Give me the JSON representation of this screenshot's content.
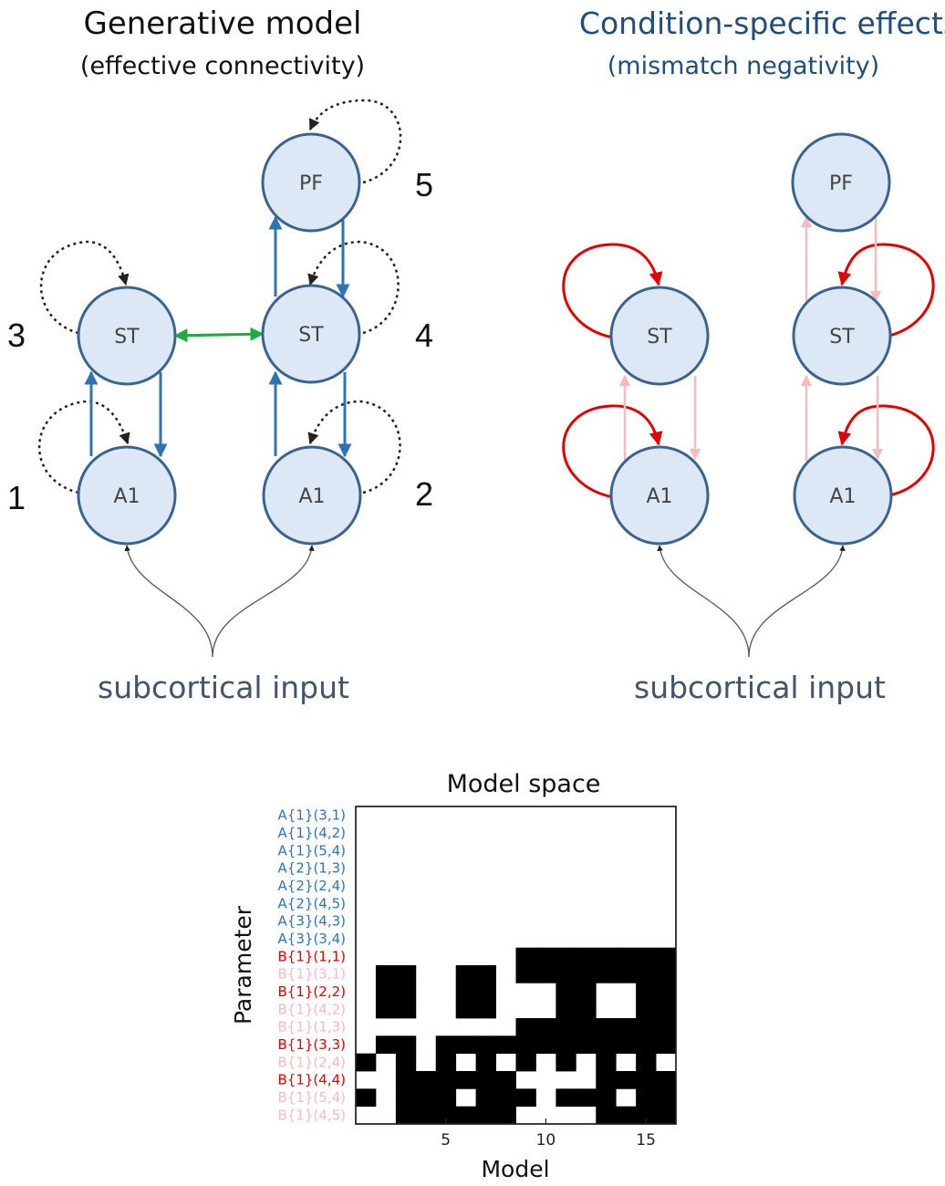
{
  "left_panel": {
    "title": "Generative model",
    "subtitle": "(effective connectivity)",
    "nodes": {
      "pf": "PF",
      "st_left": "ST",
      "st_right": "ST",
      "a1_left": "A1",
      "a1_right": "A1"
    },
    "numbers": {
      "n1": "1",
      "n2": "2",
      "n3": "3",
      "n4": "4",
      "n5": "5"
    },
    "input_label": "subcortical input"
  },
  "right_panel": {
    "title": "Condition-specific effects",
    "subtitle": "(mismatch negativity)",
    "nodes": {
      "pf": "PF",
      "st_left": "ST",
      "st_right": "ST",
      "a1_left": "A1",
      "a1_right": "A1"
    },
    "input_label": "subcortical input"
  },
  "colors": {
    "node_fill": "#dce8f5",
    "node_stroke": "#3a6390",
    "forward_blue": "#2e74b5",
    "lateral_green": "#22aa44",
    "self_red": "#e00000",
    "modulated_pink": "#f4bcbc",
    "right_title": "#1f4e79"
  },
  "chart_data": {
    "type": "heatmap",
    "title": "Model space",
    "xlabel": "Model",
    "ylabel": "Parameter",
    "x_ticks": [
      5,
      10,
      15
    ],
    "x_range": [
      1,
      16
    ],
    "parameters": [
      {
        "label": "A{1}(3,1)",
        "color": "#2e74b5"
      },
      {
        "label": "A{1}(4,2)",
        "color": "#2e74b5"
      },
      {
        "label": "A{1}(5,4)",
        "color": "#2e74b5"
      },
      {
        "label": "A{2}(1,3)",
        "color": "#2e74b5"
      },
      {
        "label": "A{2}(2,4)",
        "color": "#2e74b5"
      },
      {
        "label": "A{2}(4,5)",
        "color": "#2e74b5"
      },
      {
        "label": "A{3}(4,3)",
        "color": "#2e74b5"
      },
      {
        "label": "A{3}(3,4)",
        "color": "#2e74b5"
      },
      {
        "label": "B{1}(1,1)",
        "color": "#e00000"
      },
      {
        "label": "B{1}(3,1)",
        "color": "#f4bcbc"
      },
      {
        "label": "B{1}(2,2)",
        "color": "#e00000"
      },
      {
        "label": "B{1}(4,2)",
        "color": "#f4bcbc"
      },
      {
        "label": "B{1}(1,3)",
        "color": "#f4bcbc"
      },
      {
        "label": "B{1}(3,3)",
        "color": "#e00000"
      },
      {
        "label": "B{1}(2,4)",
        "color": "#f4bcbc"
      },
      {
        "label": "B{1}(4,4)",
        "color": "#e00000"
      },
      {
        "label": "B{1}(5,4)",
        "color": "#f4bcbc"
      },
      {
        "label": "B{1}(4,5)",
        "color": "#f4bcbc"
      }
    ],
    "matrix": [
      [
        0,
        0,
        0,
        0,
        0,
        0,
        0,
        0,
        0,
        0,
        0,
        0,
        0,
        0,
        0,
        0
      ],
      [
        0,
        0,
        0,
        0,
        0,
        0,
        0,
        0,
        0,
        0,
        0,
        0,
        0,
        0,
        0,
        0
      ],
      [
        0,
        0,
        0,
        0,
        0,
        0,
        0,
        0,
        0,
        0,
        0,
        0,
        0,
        0,
        0,
        0
      ],
      [
        0,
        0,
        0,
        0,
        0,
        0,
        0,
        0,
        0,
        0,
        0,
        0,
        0,
        0,
        0,
        0
      ],
      [
        0,
        0,
        0,
        0,
        0,
        0,
        0,
        0,
        0,
        0,
        0,
        0,
        0,
        0,
        0,
        0
      ],
      [
        0,
        0,
        0,
        0,
        0,
        0,
        0,
        0,
        0,
        0,
        0,
        0,
        0,
        0,
        0,
        0
      ],
      [
        0,
        0,
        0,
        0,
        0,
        0,
        0,
        0,
        0,
        0,
        0,
        0,
        0,
        0,
        0,
        0
      ],
      [
        0,
        0,
        0,
        0,
        0,
        0,
        0,
        0,
        0,
        0,
        0,
        0,
        0,
        0,
        0,
        0
      ],
      [
        0,
        0,
        0,
        0,
        0,
        0,
        0,
        0,
        1,
        1,
        1,
        1,
        1,
        1,
        1,
        1
      ],
      [
        0,
        1,
        1,
        0,
        0,
        1,
        1,
        0,
        1,
        1,
        1,
        1,
        1,
        1,
        1,
        1
      ],
      [
        0,
        1,
        1,
        0,
        0,
        1,
        1,
        0,
        0,
        0,
        1,
        1,
        0,
        0,
        1,
        1
      ],
      [
        0,
        1,
        1,
        0,
        0,
        1,
        1,
        0,
        0,
        0,
        1,
        1,
        0,
        0,
        1,
        1
      ],
      [
        0,
        0,
        0,
        0,
        0,
        0,
        0,
        0,
        1,
        1,
        1,
        1,
        1,
        1,
        1,
        1
      ],
      [
        0,
        1,
        1,
        0,
        1,
        1,
        1,
        1,
        1,
        1,
        1,
        1,
        1,
        1,
        1,
        1
      ],
      [
        1,
        0,
        1,
        0,
        1,
        0,
        1,
        0,
        1,
        0,
        1,
        0,
        1,
        0,
        1,
        0
      ],
      [
        0,
        0,
        1,
        1,
        1,
        1,
        1,
        1,
        0,
        0,
        0,
        0,
        1,
        1,
        1,
        1
      ],
      [
        1,
        0,
        1,
        1,
        1,
        0,
        1,
        1,
        1,
        0,
        1,
        1,
        1,
        0,
        1,
        1
      ],
      [
        0,
        0,
        1,
        1,
        1,
        1,
        1,
        1,
        0,
        0,
        0,
        0,
        1,
        1,
        1,
        1
      ]
    ]
  }
}
